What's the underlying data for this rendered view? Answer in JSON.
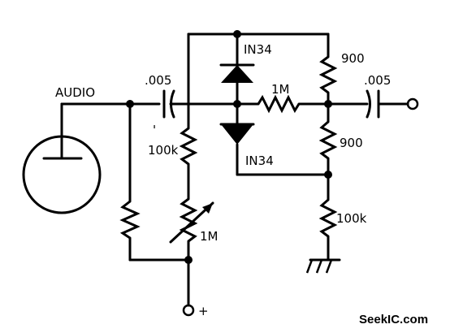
{
  "labels": {
    "audio": "AUDIO",
    "cap_in": ".005",
    "cap_out": ".005",
    "res_100k_left": "100k",
    "res_1m_series": "1M",
    "res_1m_variable": "1M",
    "res_900_top": "900",
    "res_900_bottom": "900",
    "res_100k_right": "100k",
    "diode_top": "IN34",
    "diode_bottom": "IN34",
    "supply": "+",
    "tick_mark": "'"
  },
  "watermark": "SeekIC.com",
  "colors": {
    "ink": "#000000",
    "background": "#ffffff"
  }
}
